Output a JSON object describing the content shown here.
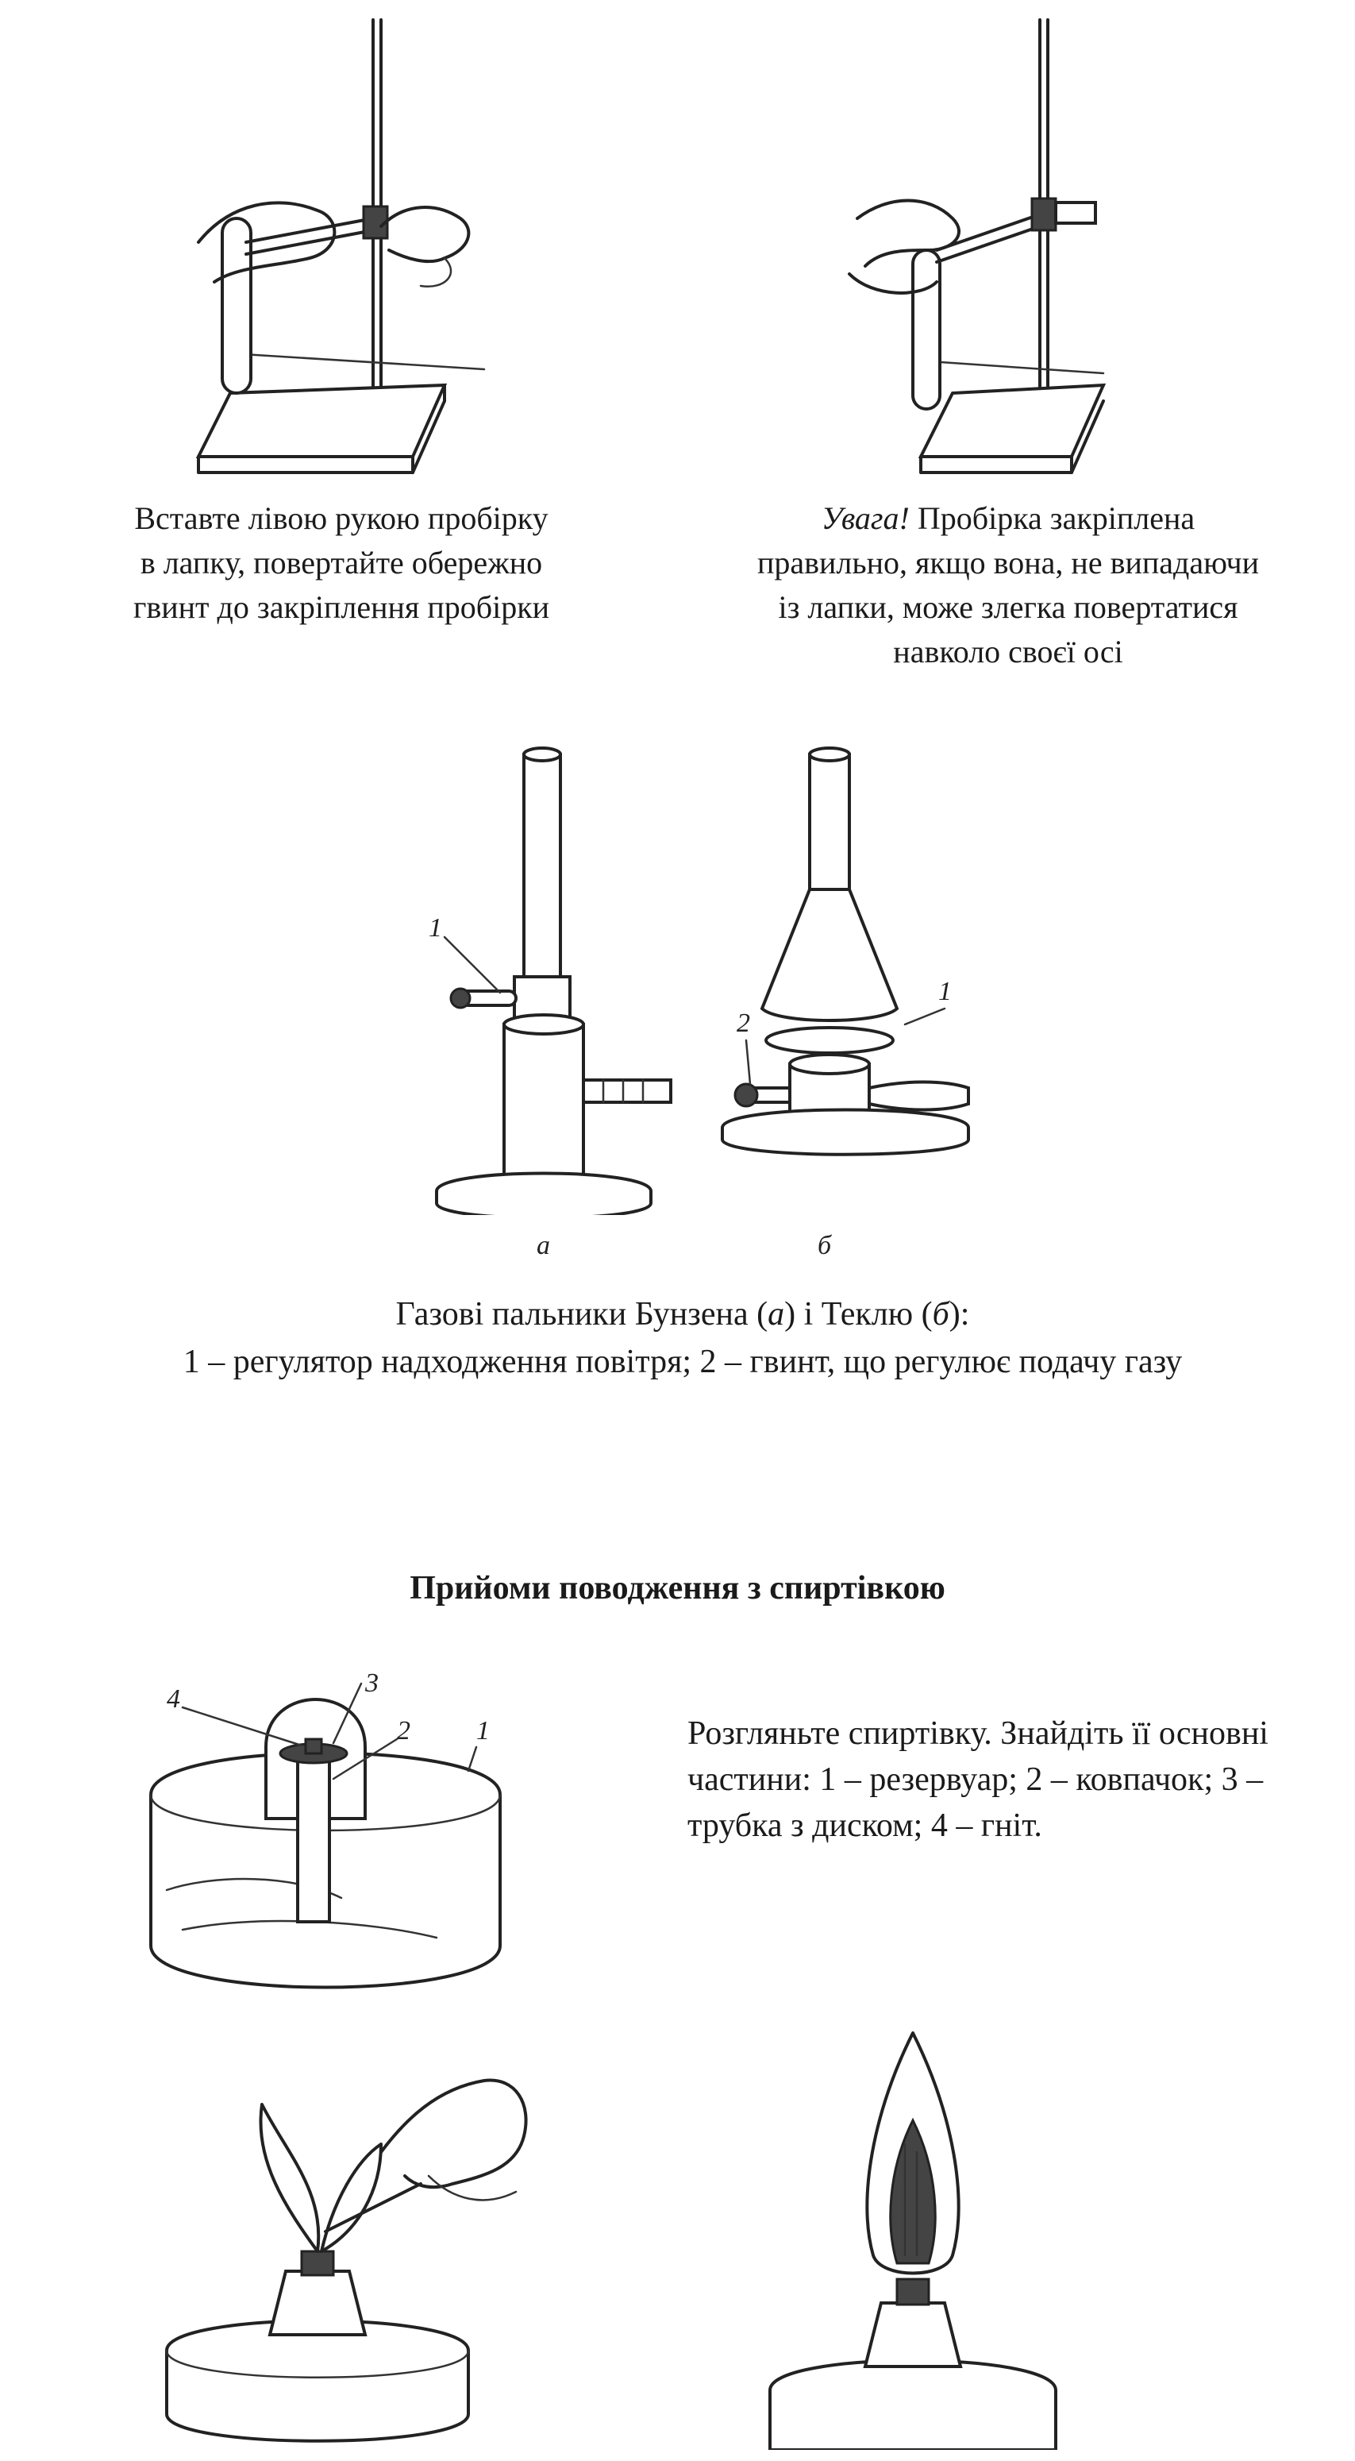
{
  "top": {
    "left_caption": {
      "line1": "Вставте лівою рукою пробірку",
      "line2": "в лапку, повертайте обережно",
      "line3": "гвинт до закріплення пробірки"
    },
    "right_caption": {
      "attention": "Увага!",
      "line1_rest": " Пробірка закріплена",
      "line2": "правильно, якщо вона, не випадаючи",
      "line3": "із лапки, може злегка повертатися",
      "line4": "навколо своєї осі"
    }
  },
  "burners": {
    "label_1": "1",
    "label_2": "2",
    "label_a": "а",
    "label_b": "б",
    "caption": {
      "title_part1": "Газові пальники Бунзена (",
      "title_a": "а",
      "title_part2": ") і Теклю (",
      "title_b": "б",
      "title_part3": "):",
      "line2": "1 – регулятор надходження повітря; 2 – гвинт, що регулює подачу газу"
    }
  },
  "spirit_lamp": {
    "heading": "Прийоми поводження з спиртівкою",
    "text": "Розгляньте спиртівку. Знайдіть її основні частини: 1 – резервуар; 2 – ковпачок; 3 – трубка з диском; 4 – гніт.",
    "labels": {
      "n1": "1",
      "n2": "2",
      "n3": "3",
      "n4": "4"
    }
  }
}
